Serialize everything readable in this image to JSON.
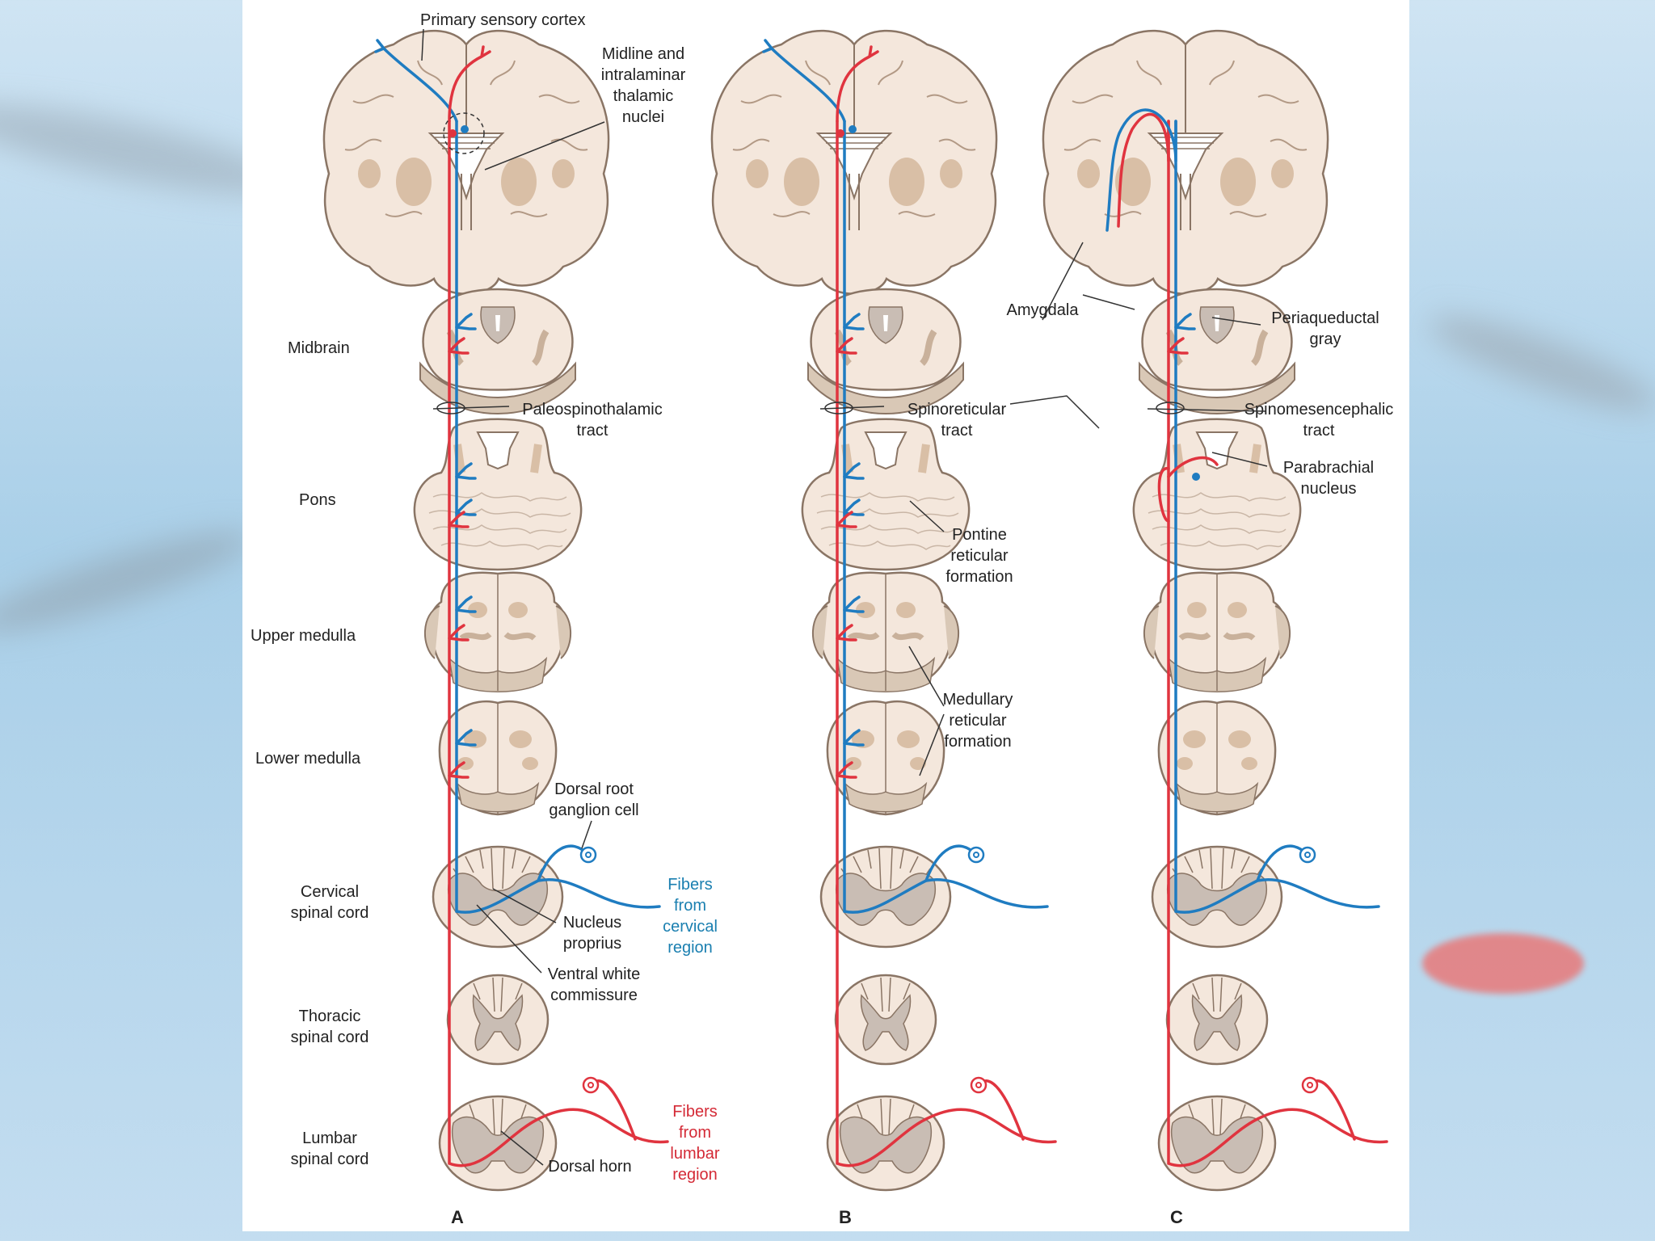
{
  "labels": {
    "primary_sensory_cortex": "Primary sensory cortex",
    "midline_1": "Midline and",
    "midline_2": "intralaminar",
    "midline_3": "thalamic",
    "midline_4": "nuclei",
    "midbrain": "Midbrain",
    "pons": "Pons",
    "upper_medulla": "Upper medulla",
    "lower_medulla": "Lower medulla",
    "cervical_1": "Cervical",
    "cervical_2": "spinal cord",
    "thoracic_1": "Thoracic",
    "thoracic_2": "spinal cord",
    "lumbar_1": "Lumbar",
    "lumbar_2": "spinal cord",
    "paleo_1": "Paleospinothalamic",
    "paleo_2": "tract",
    "drg_1": "Dorsal root",
    "drg_2": "ganglion cell",
    "nucleus_1": "Nucleus",
    "nucleus_2": "proprius",
    "vwc_1": "Ventral white",
    "vwc_2": "commissure",
    "dorsal_horn": "Dorsal horn",
    "fc_1": "Fibers",
    "fc_2": "from",
    "fc_3": "cervical",
    "fc_4": "region",
    "fl_1": "Fibers",
    "fl_2": "from",
    "fl_3": "lumbar",
    "fl_4": "region",
    "spinoret_1": "Spinoreticular",
    "spinoret_2": "tract",
    "pontine_1": "Pontine",
    "pontine_2": "reticular",
    "pontine_3": "formation",
    "medullary_1": "Medullary",
    "medullary_2": "reticular",
    "medullary_3": "formation",
    "amygdala": "Amygdala",
    "pag_1": "Periaqueductal",
    "pag_2": "gray",
    "spinomes_1": "Spinomesencephalic",
    "spinomes_2": "tract",
    "parabrach_1": "Parabrachial",
    "parabrach_2": "nucleus"
  },
  "panels": [
    "A",
    "B",
    "C"
  ],
  "colors": {
    "tissue": "#f4e7dc",
    "tissue_edge": "#8a7565",
    "gray_matter": "#c9bdb4",
    "nucleus_tan": "#d9bfa6",
    "blue_fiber": "#1f7cc1",
    "red_fiber": "#e0343f",
    "label_blue": "#1a7fb0",
    "label_red": "#d42a36"
  }
}
